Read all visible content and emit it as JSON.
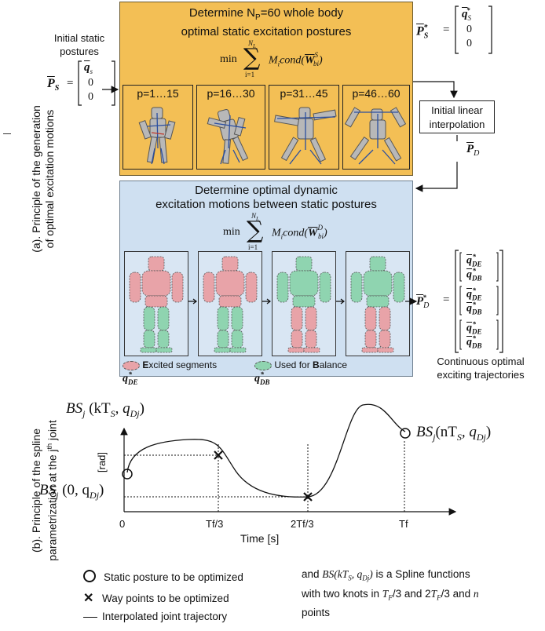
{
  "top": {
    "title_line1_pre": "Determine N",
    "title_line1_sub": "P",
    "title_line1_post": "=60 whole body",
    "title_line2": "optimal static excitation postures",
    "formula_min": "min",
    "formula_sum_top": "N",
    "formula_sum_top_sub": "L",
    "formula_sum_bottom": "i=1",
    "formula_body": "M",
    "formula_body_sub": "i",
    "formula_cond": "cond(",
    "formula_W": "W",
    "formula_W_sup": "S",
    "formula_W_sub": "bi",
    "formula_close": ")",
    "panels": [
      {
        "label": "p=1…15"
      },
      {
        "label": "p=16…30"
      },
      {
        "label": "p=31…45"
      },
      {
        "label": "p=46…60"
      }
    ]
  },
  "initial": {
    "label_line1": "Initial static",
    "label_line2": "postures",
    "P": "P",
    "P_sub": "S",
    "equals": "=",
    "vec": [
      "q",
      "0",
      "0"
    ],
    "vec_q_sub": "s"
  },
  "output_static": {
    "P": "P",
    "P_sub": "S",
    "P_sup": "*",
    "equals": "=",
    "vec": [
      "q",
      "0",
      "0"
    ],
    "vec_q_sub": "S",
    "vec_q_sup": "*"
  },
  "interp": {
    "line1": "Initial linear",
    "line2": "interpolation",
    "P": "P",
    "P_sub": "D"
  },
  "bottom_box": {
    "title_line1": "Determine optimal dynamic",
    "title_line2": "excitation motions between static postures",
    "formula_W_sup": "D",
    "legend_excited_pre": "E",
    "legend_excited_post": "xcited segments",
    "legend_excited_q": "q",
    "legend_excited_q_sub": "DE",
    "legend_balance_pre": "Used for ",
    "legend_balance_bold": "B",
    "legend_balance_post": "alance",
    "legend_balance_q": "q",
    "legend_balance_q_sub": "DB"
  },
  "dynamic_output": {
    "P": "P",
    "P_sub": "D",
    "equals": "=",
    "rows": [
      "DE",
      "DB",
      "DE",
      "DB",
      "DE",
      "DB"
    ],
    "caption_line1": "Continuous optimal",
    "caption_line2": "exciting trajectories"
  },
  "side_labels": {
    "a_line1": "(a). Principle of the generation",
    "a_line2": "of optimal excitation motions",
    "b_line1": "(b). Principle of the spline",
    "b_line2_pre": "parametrization at the j",
    "b_line2_sup": "th",
    "b_line2_post": " joint"
  },
  "plot": {
    "y_unit": "[rad]",
    "x_label": "Time [s]",
    "ticks": [
      "0",
      "Tf/3",
      "2Tf/3",
      "Tf"
    ],
    "label_top": "BS",
    "label_top_sub": "j",
    "label_top_args": " (kT",
    "label_top_args_sub": "S",
    "label_top_args_tail": ", q",
    "label_top_q_sub": "Dj",
    "label_top_close": ")",
    "label_start": "BS",
    "label_start_sub": "j",
    "label_start_args": " (0, q",
    "label_start_q_sub": "Dj",
    "label_start_close": ")",
    "label_end": "BS",
    "label_end_sub": "j",
    "label_end_args": "(nT",
    "label_end_args_sub": "S",
    "label_end_tail": ", q",
    "label_end_q_sub": "Dj",
    "label_end_close": ")"
  },
  "legend": {
    "static": "Static posture to be optimized",
    "waypoints": "Way points to be optimized",
    "interpolated": "Interpolated joint trajectory"
  },
  "note": {
    "line1_pre": "and ",
    "line1_math": "BS(kT",
    "line1_math_sub": "S",
    "line1_math_mid": ", q",
    "line1_math_sub2": "Dj",
    "line1_math_close": ")",
    "line1_post": " is a Spline functions",
    "line2_pre": "with two knots in ",
    "line2_T": "T",
    "line2_T_sub": "F",
    "line2_mid": "/3 and 2",
    "line2_T2": "T",
    "line2_T2_sub": "F",
    "line2_mid2": "/3 and ",
    "line2_n": "n",
    "line3": "points"
  },
  "colors": {
    "top_box": "#f3bf55",
    "bottom_box": "#cfe0f1",
    "excited": "#e8a3a8",
    "balance": "#8fd4b0"
  }
}
